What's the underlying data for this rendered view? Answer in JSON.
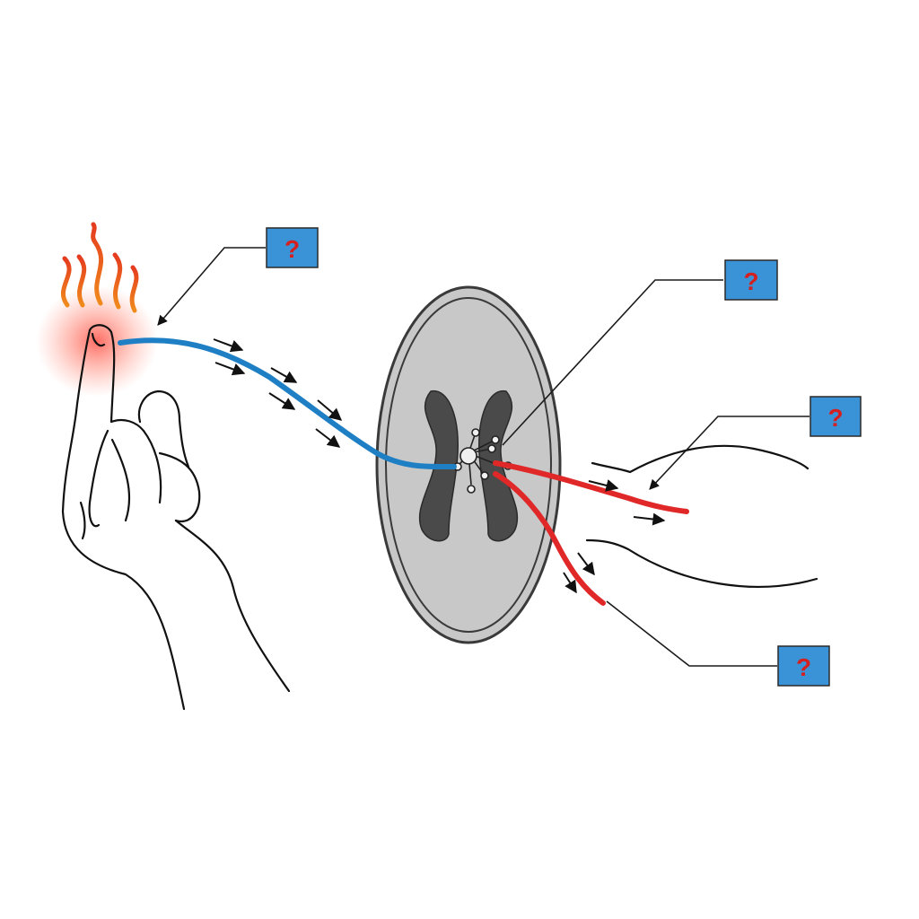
{
  "colors": {
    "heat_flame_1": "#e53b1f",
    "heat_flame_2": "#f08a1c",
    "sensory_neuron": "#1f7fc4",
    "motor_neuron": "#e02828",
    "spinal_cord_fill": "#c8c8c8",
    "spinal_cord_outline": "#3a3a3a",
    "grey_matter": "#4a4a4a",
    "label_box_fill": "#3a93d6",
    "question_mark": "#d42020"
  },
  "labels": [
    {
      "id": "receptor",
      "text": "?"
    },
    {
      "id": "relay-neuron",
      "text": "?"
    },
    {
      "id": "effector",
      "text": "?"
    },
    {
      "id": "motor-neuron",
      "text": "?"
    }
  ]
}
